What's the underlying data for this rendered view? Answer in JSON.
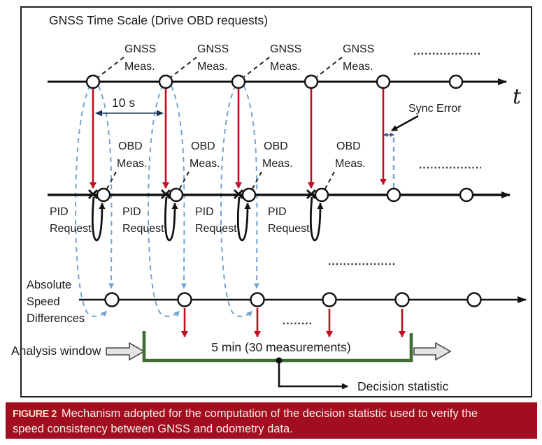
{
  "figure": {
    "title": "GNSS Time Scale (Drive OBD requests)",
    "time_axis_label": "t",
    "interval_label": "10 s",
    "sync_error_label": "Sync Error",
    "gnss_meas": [
      "GNSS",
      "Meas."
    ],
    "obd_meas": [
      "OBD",
      "Meas."
    ],
    "pid_request": [
      "PID",
      "Request"
    ],
    "asd_label": [
      "Absolute",
      "Speed",
      "Differences"
    ],
    "analysis_window_label": "Analysis window",
    "window_duration_label": "5 min (30 measurements)",
    "decision_label": "Decision statistic"
  },
  "caption": {
    "label": "FIGURE 2",
    "line1": "Mechanism adopted for the computation of the decision statistic used to verify the",
    "line2": "speed consistency between GNSS and odometry data."
  },
  "colors": {
    "measurement_red": "#c00d21",
    "pairing_blue": "#74a3d4",
    "window_green": "#3e6d33",
    "caption_background": "#a30d20",
    "ink_black": "#1c1c1c"
  }
}
